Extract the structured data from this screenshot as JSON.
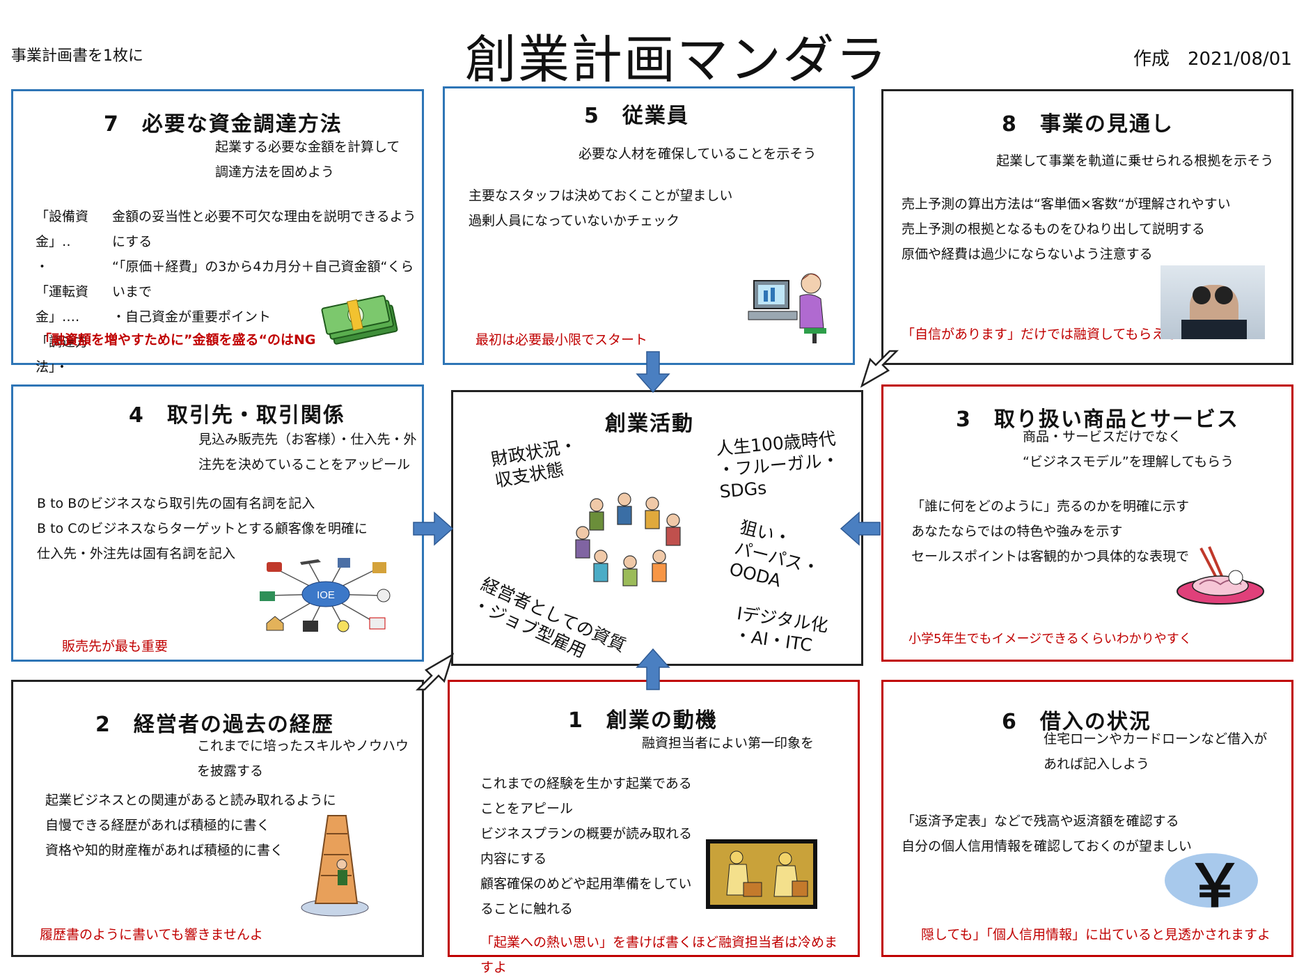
{
  "header": {
    "left": "事業計画書を1枚に",
    "title": "創業計画マンダラ",
    "date": "作成　2021/08/01"
  },
  "box7": {
    "title": "7　必要な資金調達方法",
    "sub": [
      "起業する必要な金額を計算して",
      "調達方法を固めよう"
    ],
    "label_lines": [
      "「設備資",
      "金」‥",
      "・",
      "「運転資",
      "金」‥‥",
      "「調達方",
      "法」・"
    ],
    "lines": [
      "金額の妥当性と必要不可欠な理由を説明できるよう",
      "にする",
      "“「原価＋経費」の3から4カ月分＋自己資金額“くら",
      "いまで",
      "・自己資金が重要ポイント"
    ],
    "note": "「融資額を増やすために”金額を盛る“のはNG"
  },
  "box5": {
    "title": "5　従業員",
    "sub": "必要な人材を確保していることを示そう",
    "lines": [
      "主要なスタッフは決めておくことが望ましい",
      "過剰人員になっていないかチェック"
    ],
    "note": "最初は必要最小限でスタート"
  },
  "box8": {
    "title": "8　事業の見通し",
    "sub": "起業して事業を軌道に乗せられる根拠を示そう",
    "lines": [
      "売上予測の算出方法は“客単価×客数“が理解されやすい",
      "売上予測の根拠となるものをひねり出して説明する",
      "原価や経費は過少にならないよう注意する"
    ],
    "note": "「自信があります」だけでは融資してもらえない"
  },
  "box4": {
    "title": "4　取引先・取引関係",
    "sub": [
      "見込み販売先（お客様）・仕入先・外",
      "注先を決めていることをアッピール"
    ],
    "lines": [
      "B to Bのビジネスなら取引先の固有名詞を記入",
      "B to Cのビジネスならターゲットとする顧客像を明確に",
      "仕入先・外注先は固有名詞を記入"
    ],
    "ioe_label": "IOE",
    "note": "販売先が最も重要"
  },
  "center": {
    "title": "創業活動",
    "finance": [
      "財政状況・",
      "収支状態"
    ],
    "life": [
      "人生100歳時代",
      "・フルーガル・",
      "SDGs"
    ],
    "aim": [
      "狙い・",
      "パーパス・",
      "OODA"
    ],
    "manager": [
      "経営者としての資質",
      "・ジョブ型雇用"
    ],
    "digital": [
      "Iデジタル化",
      "・AI・ITC"
    ]
  },
  "box3": {
    "title": "3　取り扱い商品とサービス",
    "sub": [
      "商品・サービスだけでなく",
      "“ビジネスモデル”を理解してもらう"
    ],
    "lines": [
      "「誰に何をどのように」売るのかを明確に示す",
      "あなたならではの特色や強みを示す",
      "セールスポイントは客観的かつ具体的な表現で"
    ],
    "note": "小学5年生でもイメージできるくらいわかりやすく"
  },
  "box2": {
    "title": "2　経営者の過去の経歴",
    "sub": [
      "これまでに培ったスキルやノウハウ",
      "を披露する"
    ],
    "lines": [
      "起業ビジネスとの関連があると読み取れるように",
      "自慢できる経歴があれば積極的に書く",
      "資格や知的財産権があれば積極的に書く"
    ],
    "note": "履歴書のように書いても響きませんよ"
  },
  "box1": {
    "title": "1　創業の動機",
    "sub": "融資担当者によい第一印象を",
    "lines": [
      "これまでの経験を生かす起業である",
      "ことをアピール",
      "ビジネスプランの概要が読み取れる",
      "内容にする",
      "顧客確保のめどや起用準備をしてい",
      "ることに触れる"
    ],
    "note": [
      "「起業への熱い思い」を書けば書くほど融資担当者は冷めま",
      "すよ"
    ]
  },
  "box6": {
    "title": "6　借入の状況",
    "sub": [
      "住宅ローンやカードローンなど借入が",
      "あれば記入しよう"
    ],
    "lines": [
      "「返済予定表」などで残高や返済額を確認する",
      "自分の個人信用情報を確認しておくのが望ましい"
    ],
    "yen": "￥",
    "note": "隠しても」「個人信用情報」に出ていると見透かされますよ"
  },
  "colors": {
    "blue_border": "#2e75b6",
    "red_border": "#c00000",
    "arrow": "#4a7fc1",
    "note_red": "#c00000"
  }
}
